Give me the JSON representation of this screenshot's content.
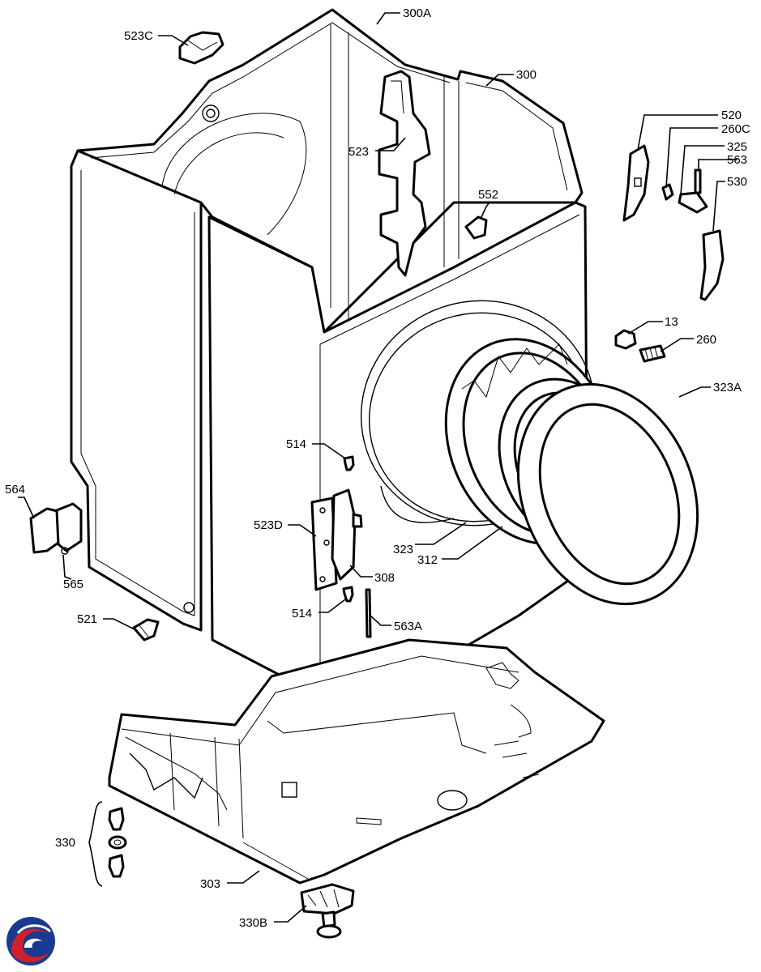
{
  "colors": {
    "line": "#000000",
    "background": "#ffffff",
    "logo_blue": "#1a3a8f",
    "logo_red": "#d0202a"
  },
  "labels": {
    "l523C": "523C",
    "l300A": "300A",
    "l300": "300",
    "l520": "520",
    "l260C": "260C",
    "l325": "325",
    "l563": "563",
    "l530": "530",
    "l523": "523",
    "l552": "552",
    "l13": "13",
    "l260": "260",
    "l323A": "323A",
    "l514a": "514",
    "l523D": "523D",
    "l308": "308",
    "l514b": "514",
    "l563A": "563A",
    "l323": "323",
    "l312": "312",
    "l564": "564",
    "l565": "565",
    "l521": "521",
    "l330": "330",
    "l303": "303",
    "l330B": "330B"
  },
  "icons": {
    "logo": "brand-swirl-logo"
  }
}
